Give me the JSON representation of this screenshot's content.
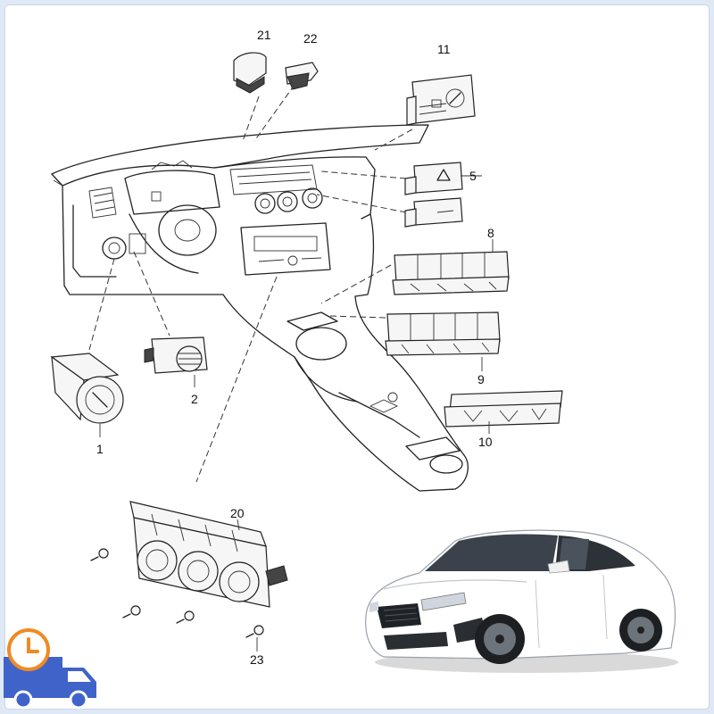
{
  "callouts": [
    {
      "id": "1",
      "label": "1"
    },
    {
      "id": "2",
      "label": "2"
    },
    {
      "id": "5",
      "label": "5"
    },
    {
      "id": "8",
      "label": "8"
    },
    {
      "id": "9",
      "label": "9"
    },
    {
      "id": "10",
      "label": "10"
    },
    {
      "id": "11",
      "label": "11"
    },
    {
      "id": "20",
      "label": "20"
    },
    {
      "id": "21",
      "label": "21"
    },
    {
      "id": "22",
      "label": "22"
    },
    {
      "id": "23",
      "label": "23"
    }
  ],
  "colors": {
    "frame_background": "#dfe9f6",
    "badge_blue": "#3f63c8",
    "clock_orange": "#f08a24",
    "car_body": "#ffffff"
  },
  "icons": [
    "delivery-truck-icon",
    "clock-icon"
  ]
}
